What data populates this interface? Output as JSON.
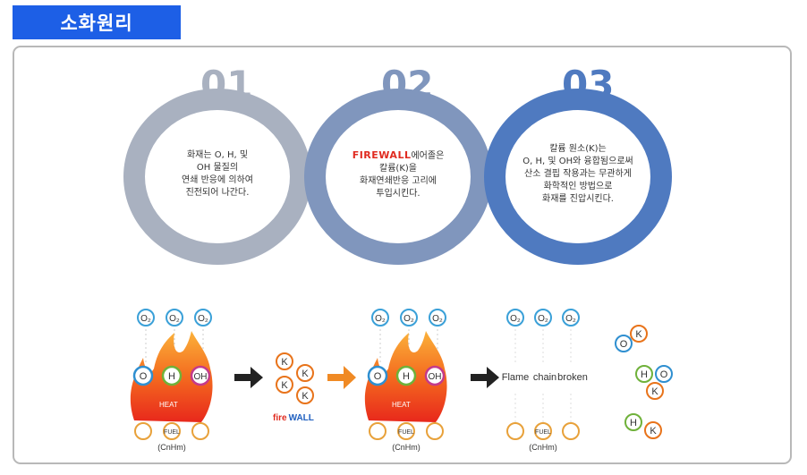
{
  "header": {
    "title": "소화원리"
  },
  "steps": [
    {
      "num": "01",
      "lines": [
        "화재는 O, H, 및",
        "OH 물질의",
        "연쇄 반응에 의하여",
        "진전되어 나간다."
      ]
    },
    {
      "num": "02",
      "brand": "FIREWALL",
      "lines_first_suffix": "에어졸은",
      "lines": [
        "칼륨(K)을",
        "화재연쇄반응 고리에",
        "투입시킨다."
      ]
    },
    {
      "num": "03",
      "lines": [
        "칼륨 원소(K)는",
        "O, H, 및 OH와 융합됨으로써",
        "산소 결핍 작용과는 무관하게",
        "화학적인 방법으로",
        "화재를 진압시킨다."
      ]
    }
  ],
  "colors": {
    "ring1": "#a9b1c0",
    "ring2": "#8096bd",
    "ring3": "#4f7ac0",
    "header": "#1d5fe6",
    "arrow_orange": "#f08a24"
  },
  "diagram": {
    "o2": "O₂",
    "o": "O",
    "h": "H",
    "oh": "OH",
    "k": "K",
    "heat": "HEAT",
    "fuel": "FUEL",
    "fuel_formula": "(CnHm)",
    "firewall_logo_a": "fire",
    "firewall_logo_b": "WALL",
    "flame": "Flame",
    "chain": "chain",
    "broken": "broken"
  }
}
